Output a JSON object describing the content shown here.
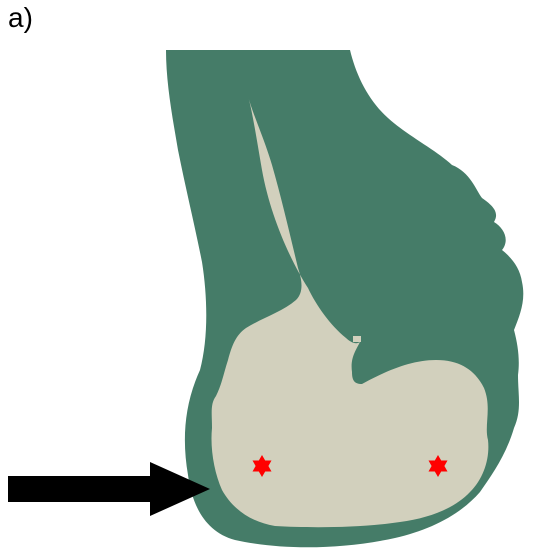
{
  "figure": {
    "panel_label": "a)",
    "colors": {
      "outer_region": "#457c68",
      "inner_region": "#d2d0bd",
      "markers": "#ff0000",
      "arrow": "#000000",
      "background": "#ffffff"
    },
    "markers": [
      {
        "name": "left-star-marker",
        "shape": "six-point-star"
      },
      {
        "name": "right-star-marker",
        "shape": "six-point-star"
      }
    ],
    "arrow": {
      "direction": "right"
    }
  }
}
